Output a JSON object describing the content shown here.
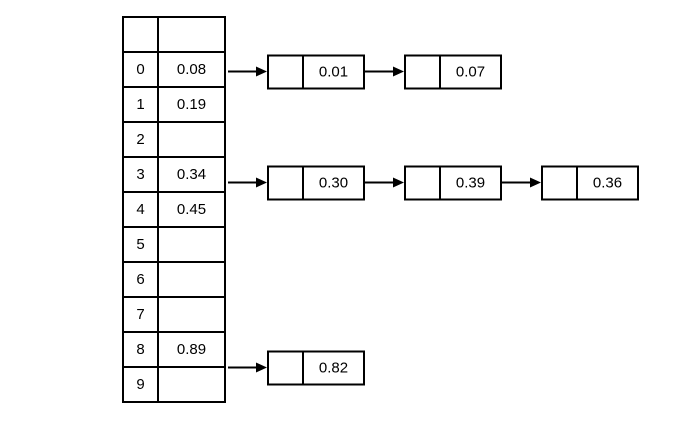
{
  "diagram": {
    "type": "hash-table-with-chaining",
    "line_color": "#000000",
    "background_color": "#ffffff"
  },
  "table": {
    "rows": [
      {
        "index": "",
        "value": ""
      },
      {
        "index": "0",
        "value": "0.08"
      },
      {
        "index": "1",
        "value": "0.19"
      },
      {
        "index": "2",
        "value": ""
      },
      {
        "index": "3",
        "value": "0.34"
      },
      {
        "index": "4",
        "value": "0.45"
      },
      {
        "index": "5",
        "value": ""
      },
      {
        "index": "6",
        "value": ""
      },
      {
        "index": "7",
        "value": ""
      },
      {
        "index": "8",
        "value": "0.89"
      },
      {
        "index": "9",
        "value": ""
      }
    ]
  },
  "lists": [
    {
      "bucket": "0",
      "nodes": [
        {
          "value": "0.01"
        },
        {
          "value": "0.07"
        }
      ]
    },
    {
      "bucket": "3",
      "nodes": [
        {
          "value": "0.30"
        },
        {
          "value": "0.39"
        },
        {
          "value": "0.36"
        }
      ]
    },
    {
      "bucket": "8",
      "nodes": [
        {
          "value": "0.82"
        }
      ]
    }
  ]
}
